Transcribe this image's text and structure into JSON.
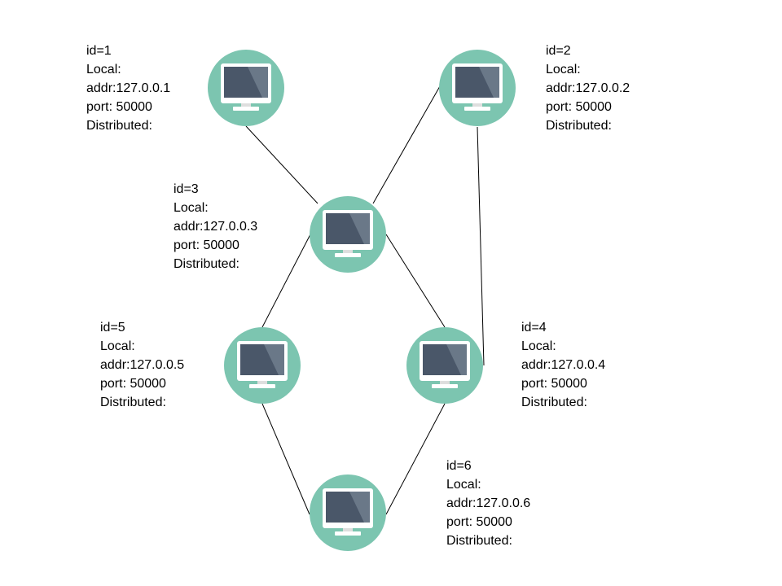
{
  "colors": {
    "node_fill": "#7cc5b0",
    "screen_bezel": "#ffffff",
    "screen_dark": "#4a5769",
    "screen_light": "#6a7888",
    "stand": "#dedede",
    "edge": "#000000"
  },
  "icon": "desktop-computer-icon",
  "nodes": [
    {
      "id": "1",
      "lines": [
        "id=1",
        "Local:",
        "addr:127.0.0.1",
        "port: 50000",
        "Distributed:"
      ]
    },
    {
      "id": "2",
      "lines": [
        "id=2",
        "Local:",
        "addr:127.0.0.2",
        "port: 50000",
        "Distributed:"
      ]
    },
    {
      "id": "3",
      "lines": [
        "id=3",
        "Local:",
        "addr:127.0.0.3",
        "port: 50000",
        "Distributed:"
      ]
    },
    {
      "id": "4",
      "lines": [
        "id=4",
        "Local:",
        "addr:127.0.0.4",
        "port: 50000",
        "Distributed:"
      ]
    },
    {
      "id": "5",
      "lines": [
        "id=5",
        "Local:",
        "addr:127.0.0.5",
        "port: 50000",
        "Distributed:"
      ]
    },
    {
      "id": "6",
      "lines": [
        "id=6",
        "Local:",
        "addr:127.0.0.6",
        "port: 50000",
        "Distributed:"
      ]
    }
  ],
  "edges": [
    [
      "1",
      "3"
    ],
    [
      "2",
      "3"
    ],
    [
      "2",
      "4"
    ],
    [
      "3",
      "5"
    ],
    [
      "3",
      "4"
    ],
    [
      "5",
      "6"
    ],
    [
      "4",
      "6"
    ]
  ]
}
